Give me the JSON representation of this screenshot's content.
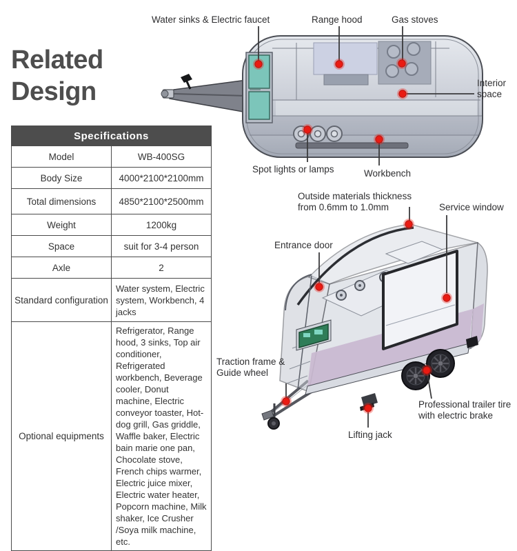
{
  "page": {
    "heading": "Related\nDesign"
  },
  "specs_table": {
    "header": "Specifications",
    "rows": [
      {
        "label": "Model",
        "value": "WB-400SG"
      },
      {
        "label": "Body Size",
        "value": "4000*2100*2100mm"
      },
      {
        "label": "Total dimensions",
        "value": "4850*2100*2500mm"
      },
      {
        "label": "Weight",
        "value": "1200kg"
      },
      {
        "label": "Space",
        "value": "suit for 3-4 person"
      },
      {
        "label": "Axle",
        "value": "2"
      },
      {
        "label": "Standard configuration",
        "value": "Water system, Electric system, Workbench, 4 jacks"
      },
      {
        "label": "Optional equipments",
        "value": "Refrigerator, Range hood, 3 sinks, Top air conditioner, Refrigerated workbench, Beverage cooler, Donut machine, Electric conveyor toaster, Hot-dog grill, Gas griddle, Waffle baker, Electric bain marie one pan, Chocolate stove, French chips warmer, Electric juice mixer, Electric water heater, Popcorn machine, Milk shaker, Ice Crusher /Soya milk machine, etc."
      }
    ]
  },
  "side_view_callouts": {
    "water_sinks": "Water sinks & Electric faucet",
    "range_hood": "Range hood",
    "gas_stoves": "Gas stoves",
    "interior_space": "Interior space",
    "spot_lights": "Spot lights or lamps",
    "workbench": "Workbench"
  },
  "perspective_callouts": {
    "outside_materials": "Outside materials thickness from 0.6mm to 1.0mm",
    "service_window": "Service window",
    "entrance_door": "Entrance door",
    "traction": "Traction frame & Guide wheel",
    "lifting_jack": "Lifting jack",
    "trailer_tire": "Professional trailer tire  with electric brake"
  },
  "colors": {
    "marker_red": "#e91b13",
    "teal_panel": "#7cc5ba",
    "purple_panel": "#c9b8d0",
    "table_header_bg": "#4d4d4d"
  }
}
